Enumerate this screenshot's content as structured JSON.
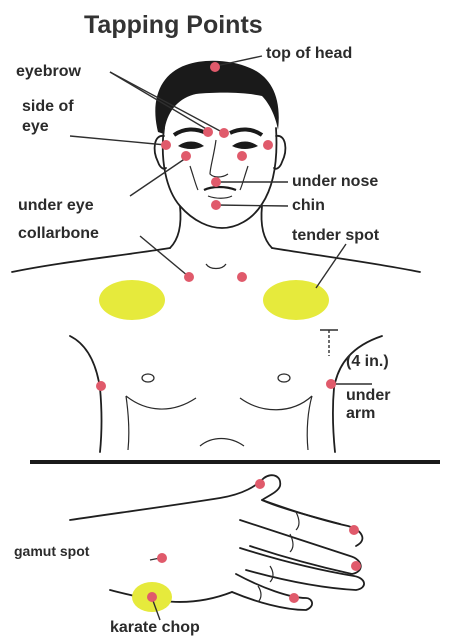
{
  "title": "Tapping Points",
  "labels": {
    "top_of_head": "top of head",
    "eyebrow": "eyebrow",
    "side_of_eye_1": "side of",
    "side_of_eye_2": "eye",
    "under_nose": "under nose",
    "chin": "chin",
    "under_eye": "under eye",
    "collarbone": "collarbone",
    "tender_spot": "tender spot",
    "measure": "(4 in.)",
    "under_arm_1": "under",
    "under_arm_2": "arm",
    "gamut_spot": "gamut spot",
    "karate_chop": "karate chop"
  },
  "colors": {
    "point": "#e05a6b",
    "tender_fill": "#e6ea3c",
    "karate_fill": "#e6ea3c",
    "ink": "#1f1f1f"
  }
}
